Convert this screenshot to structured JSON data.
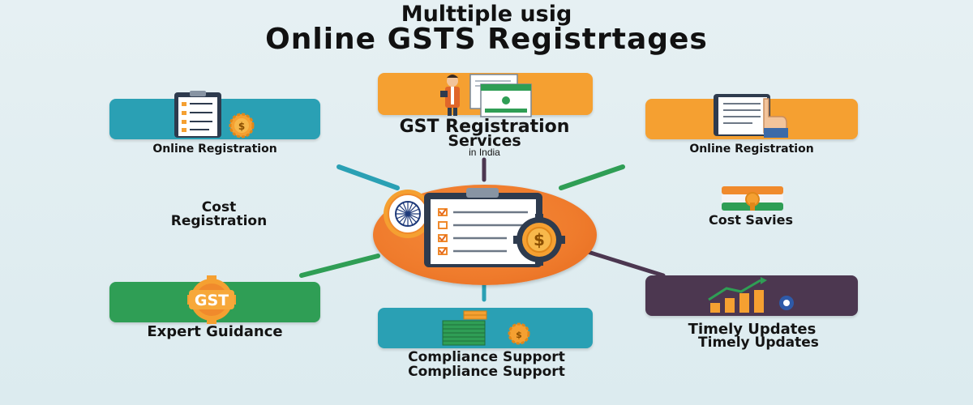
{
  "header": {
    "title_line1": "Multtiple usig",
    "title_line2": "Online GSTS Registrtages"
  },
  "colors": {
    "background": "#e3eef2",
    "teal": "#2aa0b4",
    "orange": "#f5a031",
    "green": "#2f9e55",
    "purple": "#4c3750",
    "hub_orange": "#ef7b2c"
  },
  "nodes": {
    "top_left": {
      "label": "Online Registration",
      "icon": "clipboard-checklist-icon"
    },
    "top_center": {
      "label_line1": "GST Registration",
      "label_line2": "Services",
      "sublabel": "in India",
      "icon": "person-with-documents-icon"
    },
    "top_right": {
      "label": "Online Registration",
      "icon": "hand-pointing-document-icon"
    },
    "mid_left": {
      "label_line1": "Cost",
      "label_line2": "Registration"
    },
    "mid_right": {
      "label": "Cost Savies",
      "icon": "flag-badge-icon"
    },
    "bottom_left": {
      "label": "Expert Guidance",
      "badge": "GST",
      "icon": "gst-gear-badge-icon"
    },
    "bottom_center": {
      "label_line1": "Compliance Support",
      "label_line2": "Compliance Support",
      "icon": "coin-stack-icon"
    },
    "bottom_right": {
      "label_line1": "Timely Updates",
      "label_line2": "Timely Updates",
      "icon": "growth-bar-chart-icon"
    }
  },
  "hub": {
    "icon": "clipboard-dollar-gear-icon"
  }
}
